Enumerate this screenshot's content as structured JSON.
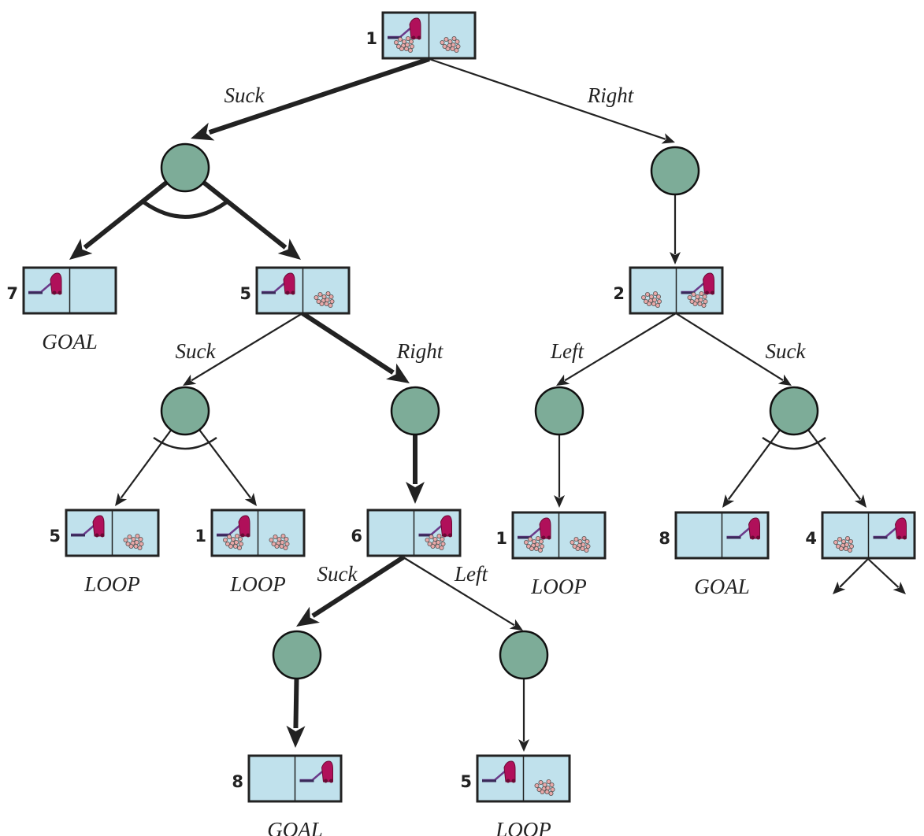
{
  "colors": {
    "cell_fill": "#c0e1ec",
    "cell_border": "#222222",
    "or_node_fill": "#7dac98",
    "vacuum": "#b0105a",
    "dirt": "#e8a8a8",
    "edge": "#222222"
  },
  "states": [
    {
      "label": "1",
      "left": {
        "vacuum": true,
        "dirt": true
      },
      "right": {
        "vacuum": false,
        "dirt": true
      },
      "status": ""
    },
    {
      "label": "7",
      "left": {
        "vacuum": true,
        "dirt": false
      },
      "right": {
        "vacuum": false,
        "dirt": false
      },
      "status": "GOAL"
    },
    {
      "label": "5",
      "left": {
        "vacuum": true,
        "dirt": false
      },
      "right": {
        "vacuum": false,
        "dirt": true
      },
      "status": ""
    },
    {
      "label": "2",
      "left": {
        "vacuum": false,
        "dirt": true
      },
      "right": {
        "vacuum": true,
        "dirt": true
      },
      "status": ""
    },
    {
      "label": "5",
      "left": {
        "vacuum": true,
        "dirt": false
      },
      "right": {
        "vacuum": false,
        "dirt": true
      },
      "status": "LOOP"
    },
    {
      "label": "1",
      "left": {
        "vacuum": true,
        "dirt": true
      },
      "right": {
        "vacuum": false,
        "dirt": true
      },
      "status": "LOOP"
    },
    {
      "label": "6",
      "left": {
        "vacuum": false,
        "dirt": false
      },
      "right": {
        "vacuum": true,
        "dirt": true
      },
      "status": ""
    },
    {
      "label": "1",
      "left": {
        "vacuum": true,
        "dirt": true
      },
      "right": {
        "vacuum": false,
        "dirt": true
      },
      "status": "LOOP"
    },
    {
      "label": "8",
      "left": {
        "vacuum": false,
        "dirt": false
      },
      "right": {
        "vacuum": true,
        "dirt": false
      },
      "status": "GOAL"
    },
    {
      "label": "4",
      "left": {
        "vacuum": false,
        "dirt": true
      },
      "right": {
        "vacuum": true,
        "dirt": false
      },
      "status": ""
    },
    {
      "label": "8",
      "left": {
        "vacuum": false,
        "dirt": false
      },
      "right": {
        "vacuum": true,
        "dirt": false
      },
      "status": "GOAL"
    },
    {
      "label": "5",
      "left": {
        "vacuum": true,
        "dirt": false
      },
      "right": {
        "vacuum": false,
        "dirt": true
      },
      "status": "LOOP"
    }
  ],
  "actions": [
    {
      "label": "Suck",
      "in_plan": true
    },
    {
      "label": "Right",
      "in_plan": false
    },
    {
      "label": "Suck",
      "in_plan": false
    },
    {
      "label": "Right",
      "in_plan": true
    },
    {
      "label": "Left",
      "in_plan": false
    },
    {
      "label": "Suck",
      "in_plan": false
    },
    {
      "label": "Suck",
      "in_plan": true
    },
    {
      "label": "Left",
      "in_plan": false
    }
  ]
}
